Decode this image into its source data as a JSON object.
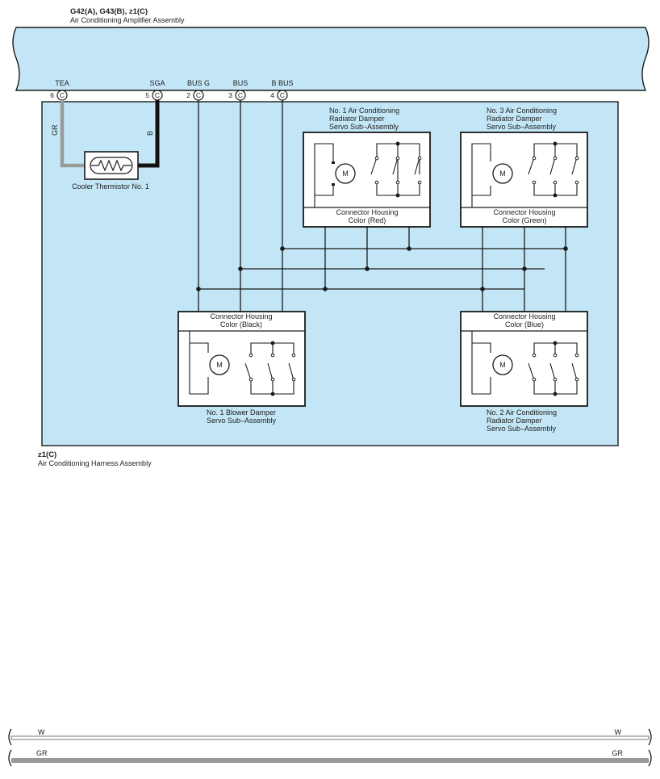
{
  "amplifier": {
    "connector_codes": "G42(A), G43(B), z1(C)",
    "name": "Air Conditioning Amplifier Assembly"
  },
  "terminals": [
    {
      "pin": "6",
      "conn": "C",
      "name": "TEA"
    },
    {
      "pin": "5",
      "conn": "C",
      "name": "SGA"
    },
    {
      "pin": "2",
      "conn": "C",
      "name": "BUS G"
    },
    {
      "pin": "3",
      "conn": "C",
      "name": "BUS"
    },
    {
      "pin": "4",
      "conn": "C",
      "name": "B BUS"
    }
  ],
  "wire_colors": {
    "tea": "GR",
    "sga": "B"
  },
  "thermistor": {
    "label": "Cooler Thermistor No.  1"
  },
  "servos": {
    "s1": {
      "name": [
        "No.  1 Air Conditioning",
        "Radiator Damper",
        "Servo Sub–Assembly"
      ],
      "housing": [
        "Connector Housing",
        "Color (Red)"
      ],
      "motor": "M"
    },
    "s3": {
      "name": [
        "No.  3 Air Conditioning",
        "Radiator Damper",
        "Servo Sub–Assembly"
      ],
      "housing": [
        "Connector Housing",
        "Color (Green)"
      ],
      "motor": "M"
    },
    "blower": {
      "name": [
        "No.  1 Blower Damper",
        "Servo Sub–Assembly"
      ],
      "housing": [
        "Connector Housing",
        "Color (Black)"
      ],
      "motor": "M"
    },
    "s2": {
      "name": [
        "No.  2 Air Conditioning",
        "Radiator Damper",
        "Servo Sub–Assembly"
      ],
      "housing": [
        "Connector Housing",
        "Color (Blue)"
      ],
      "motor": "M"
    }
  },
  "harness": {
    "code": "z1(C)",
    "name": "Air Conditioning Harness Assembly"
  },
  "legend": [
    {
      "left": "W",
      "right": "W",
      "color": "#ffffff"
    },
    {
      "left": "GR",
      "right": "GR",
      "color": "#999999"
    }
  ],
  "colors": {
    "panel": "#c3e6f6",
    "wire": "#1a1a1a",
    "gray_wire": "#9a9a9a",
    "black_wire": "#111111"
  }
}
